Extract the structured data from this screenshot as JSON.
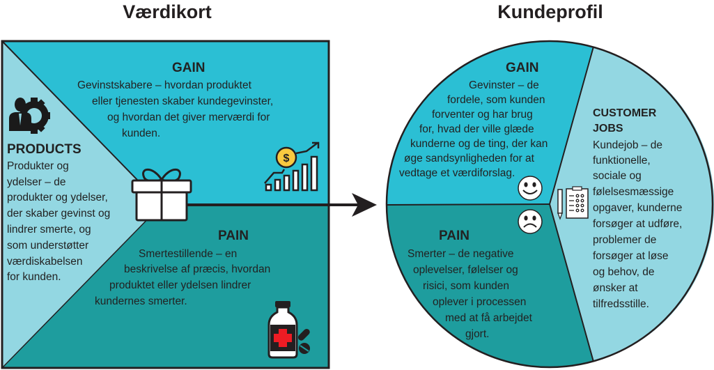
{
  "titles": {
    "value_map": "Værdikort",
    "customer_profile": "Kundeprofil"
  },
  "colors": {
    "gain": "#2bbfd4",
    "pain": "#1e9d9e",
    "products_jobs": "#93d7e2",
    "outline": "#231f20",
    "coin": "#f9c940",
    "cross": "#ed1c24"
  },
  "value_map": {
    "gain": {
      "heading": "GAIN",
      "lines": [
        "Gevinstskabere – hvordan produktet",
        "eller tjenesten skaber kundegevinster,",
        "og hvordan det giver merværdi for",
        "kunden."
      ]
    },
    "products": {
      "heading": "PRODUCTS",
      "lines": [
        "Produkter og",
        "ydelser – de",
        "produkter og ydelser,",
        "der skaber gevinst og",
        "lindrer smerte, og",
        "som understøtter",
        "værdiskabelsen",
        "for kunden."
      ]
    },
    "pain": {
      "heading": "PAIN",
      "lines": [
        "Smertestillende – en",
        "beskrivelse af præcis, hvordan",
        "produktet eller ydelsen lindrer",
        "kundernes smerter."
      ]
    },
    "icons": [
      "person-gear-icon",
      "gift-box-icon",
      "growth-chart-dollar-icon",
      "medicine-bottle-icon"
    ]
  },
  "customer_profile": {
    "gain": {
      "heading": "GAIN",
      "lines": [
        "Gevinster – de",
        "fordele, som kunden",
        "forventer og har brug",
        "for, hvad der ville glæde",
        "kunderne og de ting, der kan",
        "øge sandsynligheden for at",
        "vedtage et værdiforslag."
      ]
    },
    "pain": {
      "heading": "PAIN",
      "lines": [
        "Smerter – de negative",
        "oplevelser, følelser og",
        "risici, som kunden",
        "oplever i processen",
        "med at få arbejdet",
        "gjort."
      ]
    },
    "jobs": {
      "heading_lines": [
        "CUSTOMER",
        "JOBS"
      ],
      "lines": [
        "Kundejob – de",
        "funktionelle,",
        "sociale og",
        "følelsesmæssige",
        "opgaver, kunderne",
        "forsøger at udføre,",
        "problemer de",
        "forsøger at løse",
        "og behov, de",
        "ønsker at",
        "tilfredsstille."
      ]
    },
    "icons": [
      "smiley-happy-icon",
      "smiley-sad-icon",
      "clipboard-pencil-icon"
    ]
  }
}
